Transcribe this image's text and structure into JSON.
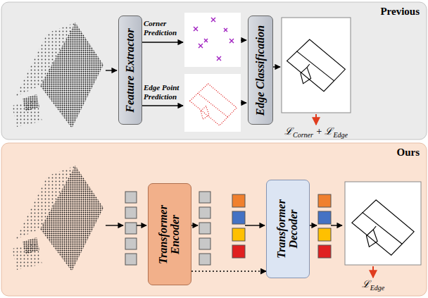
{
  "diagram": {
    "nodes": [
      {
        "text": [
          "Previous"
        ]
      },
      {
        "text": [
          "Feature Extractor"
        ],
        "in": 0
      },
      {
        "text": [
          "Edge Classification"
        ],
        "in": 0
      },
      {
        "text": [
          "Ours"
        ]
      },
      {
        "text": [
          "Transformer Encoder"
        ],
        "in": 3
      },
      {
        "text": [
          "Transformer Decoder"
        ],
        "in": 3
      }
    ],
    "edges": [
      {
        "from": 4,
        "to": 5,
        "arrow": "to"
      }
    ],
    "labels": [
      "Corner Prediction",
      "Edge Point Prediction",
      "ℒCorner + ℒEdge",
      "ℒEdge"
    ]
  }
}
